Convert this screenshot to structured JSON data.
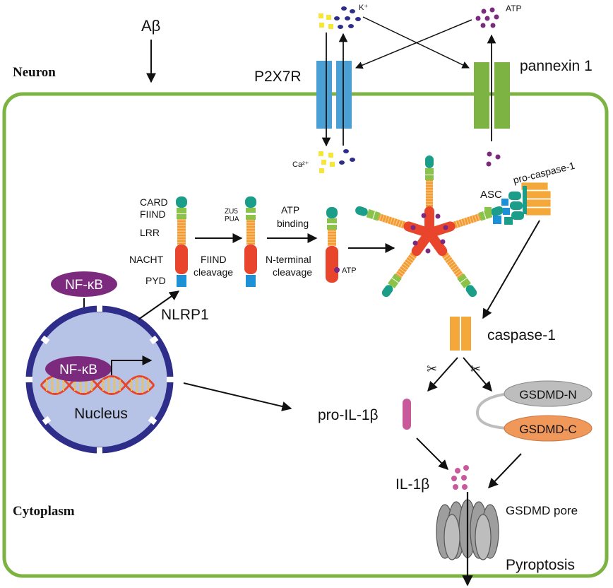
{
  "labels": {
    "abeta": "Aβ",
    "neuron": "Neuron",
    "cytoplasm": "Cytoplasm",
    "p2x7r": "P2X7R",
    "pannexin": "pannexin 1",
    "k_ion": "K⁺",
    "atp_top": "ATP",
    "ca_ion": "Ca²⁺",
    "card": "CARD",
    "fiind": "FIIND",
    "lrr": "LRR",
    "nacht": "NACHT",
    "pyd": "PYD",
    "zu5": "ZU5",
    "pua": "PUA",
    "fiind_cleavage_1": "FIIND",
    "fiind_cleavage_2": "cleavage",
    "atp_binding_1": "ATP",
    "atp_binding_2": "binding",
    "nterm_1": "N-terminal",
    "nterm_2": "cleavage",
    "atp_small": "ATP",
    "asc": "ASC",
    "procasp": "pro-caspase-1",
    "nlrp1": "NLRP1",
    "nfkb_cyto": "NF-κB",
    "nfkb_nucleus": "NF-κB",
    "nucleus": "Nucleus",
    "caspase1": "caspase-1",
    "pro_il1b": "pro-IL-1β",
    "il1b": "IL-1β",
    "gsdmd_n": "GSDMD-N",
    "gsdmd_c": "GSDMD-C",
    "gsdmd_pore": "GSDMD pore",
    "pyroptosis": "Pyroptosis"
  },
  "colors": {
    "membrane": "#7cb342",
    "p2x7r": "#4a9fd4",
    "pannexin": "#7cb342",
    "card": "#1a9e8a",
    "fiind": "#8bc34a",
    "lrr": "#f39c33",
    "nacht": "#e8452c",
    "pyd": "#1e90d6",
    "nfkb": "#7b2a7e",
    "nucleus_fill": "#b7c3e6",
    "nucleus_border": "#2e2e8a",
    "k_ion": "#2e2e8a",
    "ca_ion": "#f5e637",
    "atp": "#7b2a7e",
    "caspase": "#f5a83a",
    "il1b": "#c85a9c",
    "gsdmd_n": "#bdbdbd",
    "gsdmd_c": "#f0975a",
    "pore": "#9e9e9e"
  }
}
